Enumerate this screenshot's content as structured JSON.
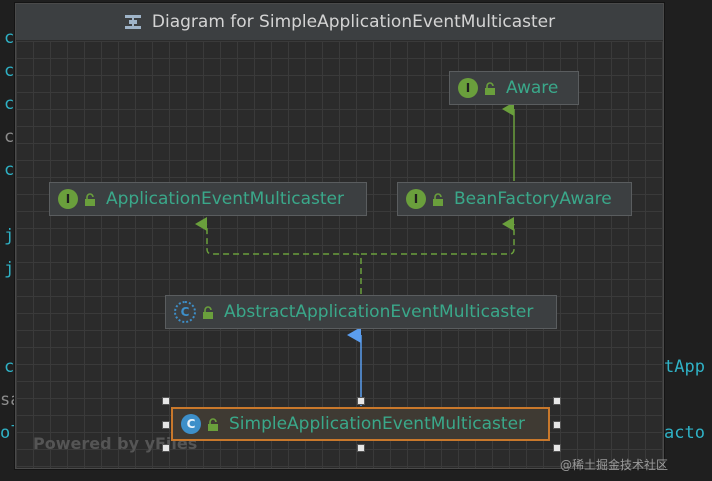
{
  "window": {
    "title": "Diagram for SimpleApplicationEventMulticaster"
  },
  "background_code": {
    "left": [
      "c",
      "c",
      "c",
      "c",
      "c",
      "j",
      "j",
      "c",
      "sa",
      "ol"
    ],
    "right": [
      "tApp",
      "acto"
    ]
  },
  "nodes": {
    "aware": {
      "badge": "I",
      "label": "Aware"
    },
    "app_event_multicaster": {
      "badge": "I",
      "label": "ApplicationEventMulticaster"
    },
    "bean_factory_aware": {
      "badge": "I",
      "label": "BeanFactoryAware"
    },
    "abstract_multicaster": {
      "badge": "C",
      "label": "AbstractApplicationEventMulticaster"
    },
    "simple_multicaster": {
      "badge": "C",
      "label": "SimpleApplicationEventMulticaster"
    }
  },
  "watermark": "Powered by yFiles",
  "credit": "@稀土掘金技术社区",
  "colors": {
    "interface_badge": "#6a9f3c",
    "class_badge": "#3d8fc9",
    "label_text": "#3aa88a",
    "implements_edge": "#6a9f3c",
    "extends_edge": "#5b9ef0",
    "selection_border": "#c9782b"
  }
}
